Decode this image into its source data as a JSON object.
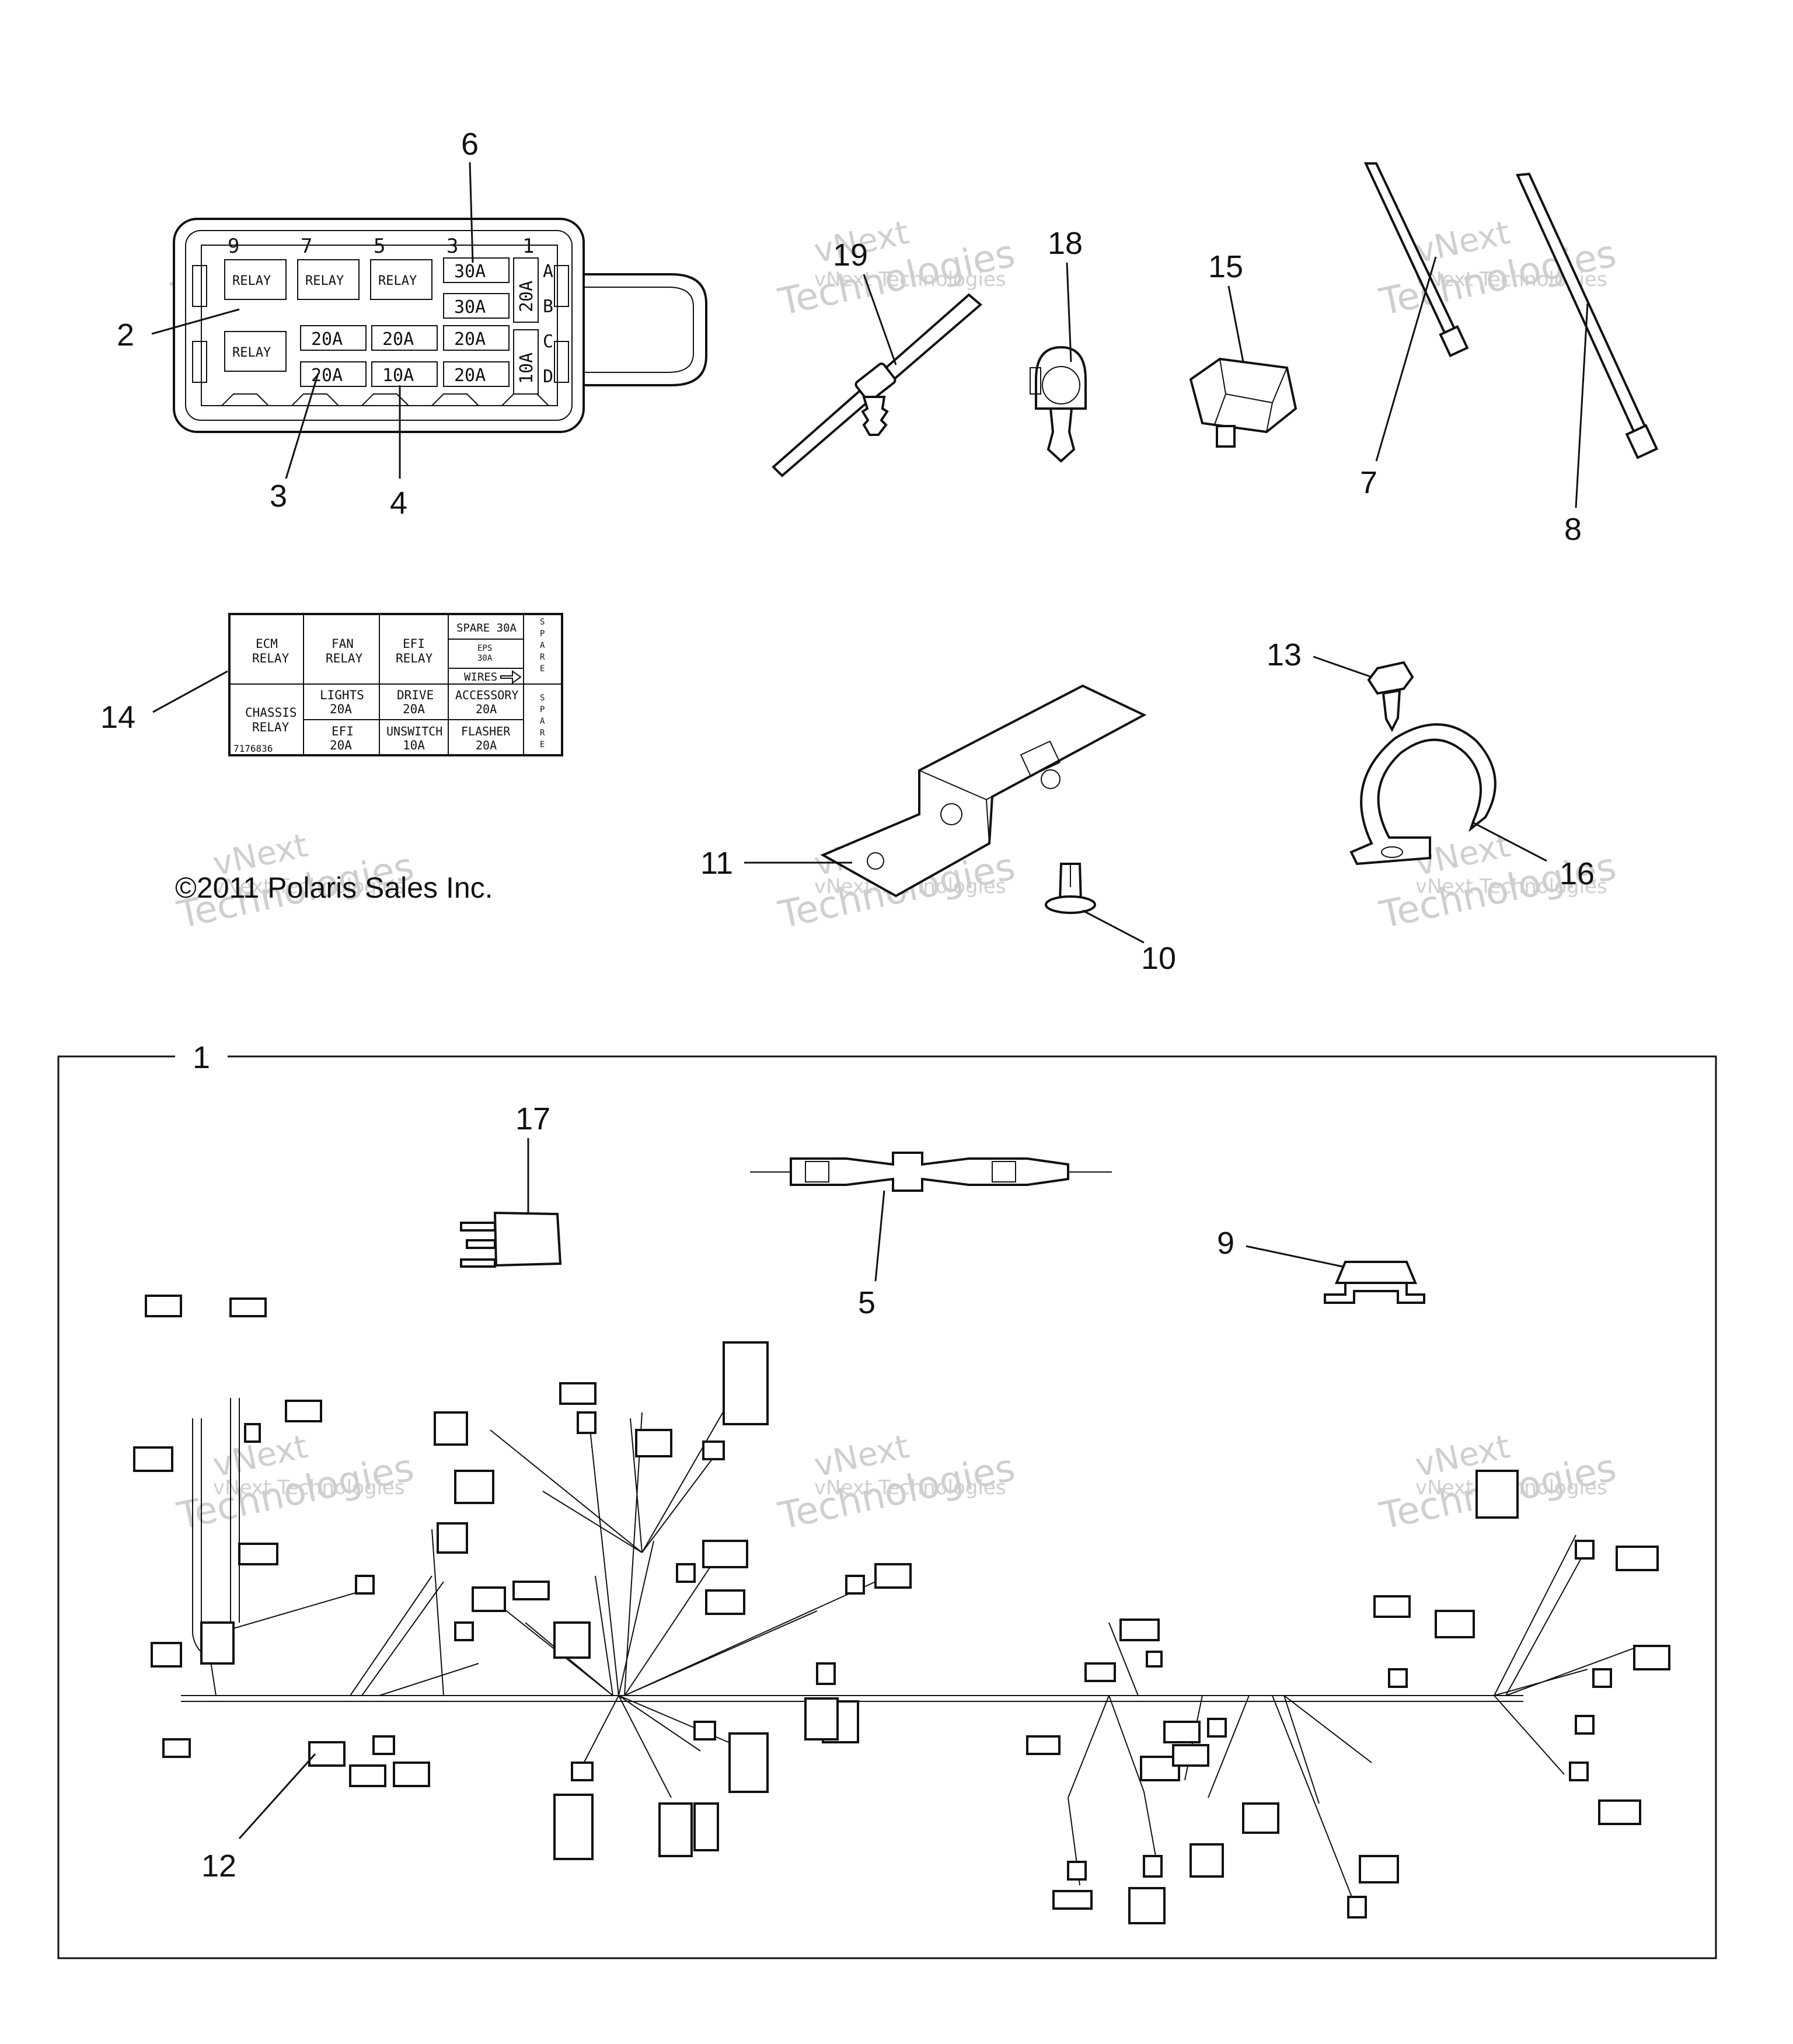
{
  "callouts": {
    "c1": "1",
    "c2": "2",
    "c3": "3",
    "c4": "4",
    "c5": "5",
    "c6": "6",
    "c7": "7",
    "c8": "8",
    "c9": "9",
    "c10": "10",
    "c11": "11",
    "c12": "12",
    "c13": "13",
    "c14": "14",
    "c15": "15",
    "c16": "16",
    "c17": "17",
    "c18": "18",
    "c19": "19"
  },
  "fuse_box": {
    "position_numbers": [
      "9",
      "7",
      "5",
      "3",
      "1"
    ],
    "side_letters": [
      "A",
      "B",
      "C",
      "D"
    ],
    "relay_label": "RELAY",
    "fuses_row1": [
      "30A"
    ],
    "fuses_row2": [
      "30A"
    ],
    "fuses_row3": [
      "20A",
      "20A",
      "20A"
    ],
    "fuses_row4": [
      "20A",
      "10A",
      "20A"
    ],
    "side_fuse_top": "20A",
    "side_fuse_bottom": "10A"
  },
  "decal": {
    "ecm_relay": [
      "ECM",
      "RELAY"
    ],
    "fan_relay": [
      "FAN",
      "RELAY"
    ],
    "efi_relay": [
      "EFI",
      "RELAY"
    ],
    "spare_30a": "SPARE 30A",
    "eps_30a": [
      "EPS",
      "30A"
    ],
    "wires": "WIRES",
    "spare_side": [
      "S",
      "P",
      "A",
      "R",
      "E"
    ],
    "chassis_relay": [
      "CHASSIS",
      "RELAY"
    ],
    "lights": [
      "LIGHTS",
      "20A"
    ],
    "drive": [
      "DRIVE",
      "20A"
    ],
    "accessory": [
      "ACCESSORY",
      "20A"
    ],
    "efi_fuse": [
      "EFI",
      "20A"
    ],
    "unswitch": [
      "UNSWITCH",
      "10A"
    ],
    "flasher": [
      "FLASHER",
      "20A"
    ],
    "part_number": "7176836"
  },
  "copyright": "©2011 Polaris Sales Inc.",
  "watermark": [
    "vNext Technologies",
    "vNext",
    "Technologies"
  ]
}
